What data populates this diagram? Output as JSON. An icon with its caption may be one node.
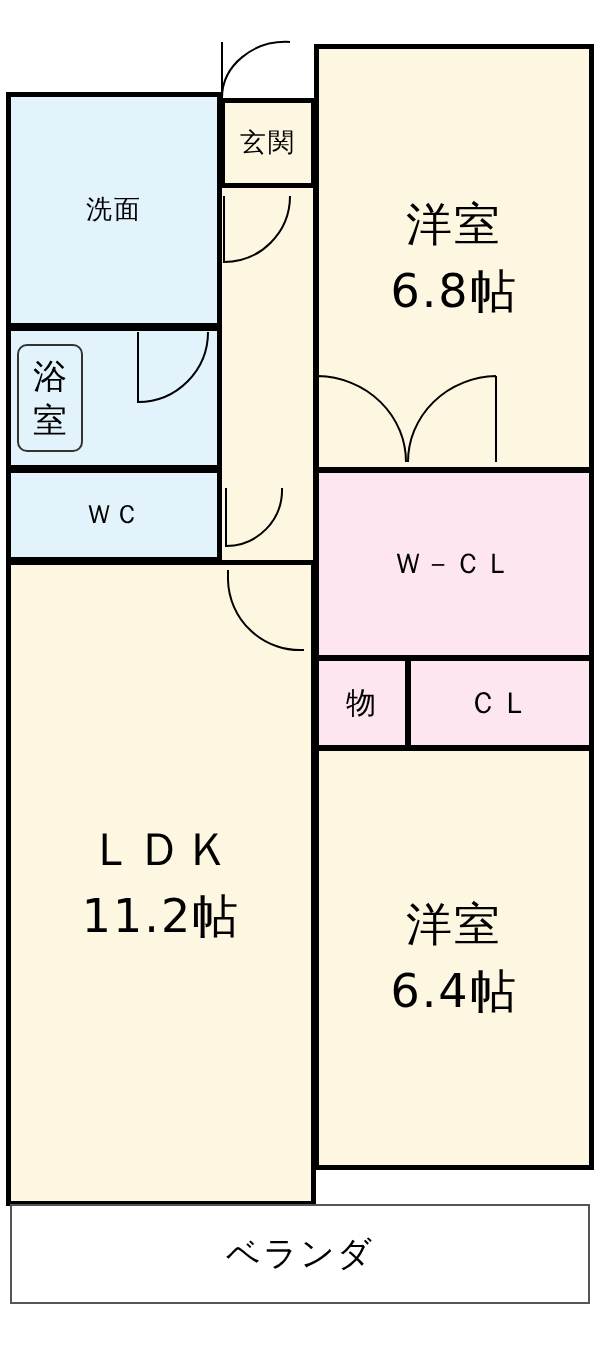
{
  "diagram": {
    "nodes": [
      {
        "text": [
          "玄関"
        ]
      },
      {
        "text": [
          "洋室",
          "6.8帖"
        ]
      },
      {
        "text": [
          "洗面"
        ]
      },
      {
        "text": [
          "浴室"
        ]
      },
      {
        "text": [
          "ＷＣ"
        ]
      },
      {
        "text": [
          "Ｗ－ＣＬ"
        ]
      },
      {
        "text": [
          "物"
        ]
      },
      {
        "text": [
          "ＣＬ"
        ]
      },
      {
        "text": [
          "ＬＤＫ",
          "11.2帖"
        ]
      },
      {
        "text": [
          "洋室",
          "6.4帖"
        ]
      },
      {
        "text": [
          "ベランダ"
        ]
      }
    ]
  }
}
